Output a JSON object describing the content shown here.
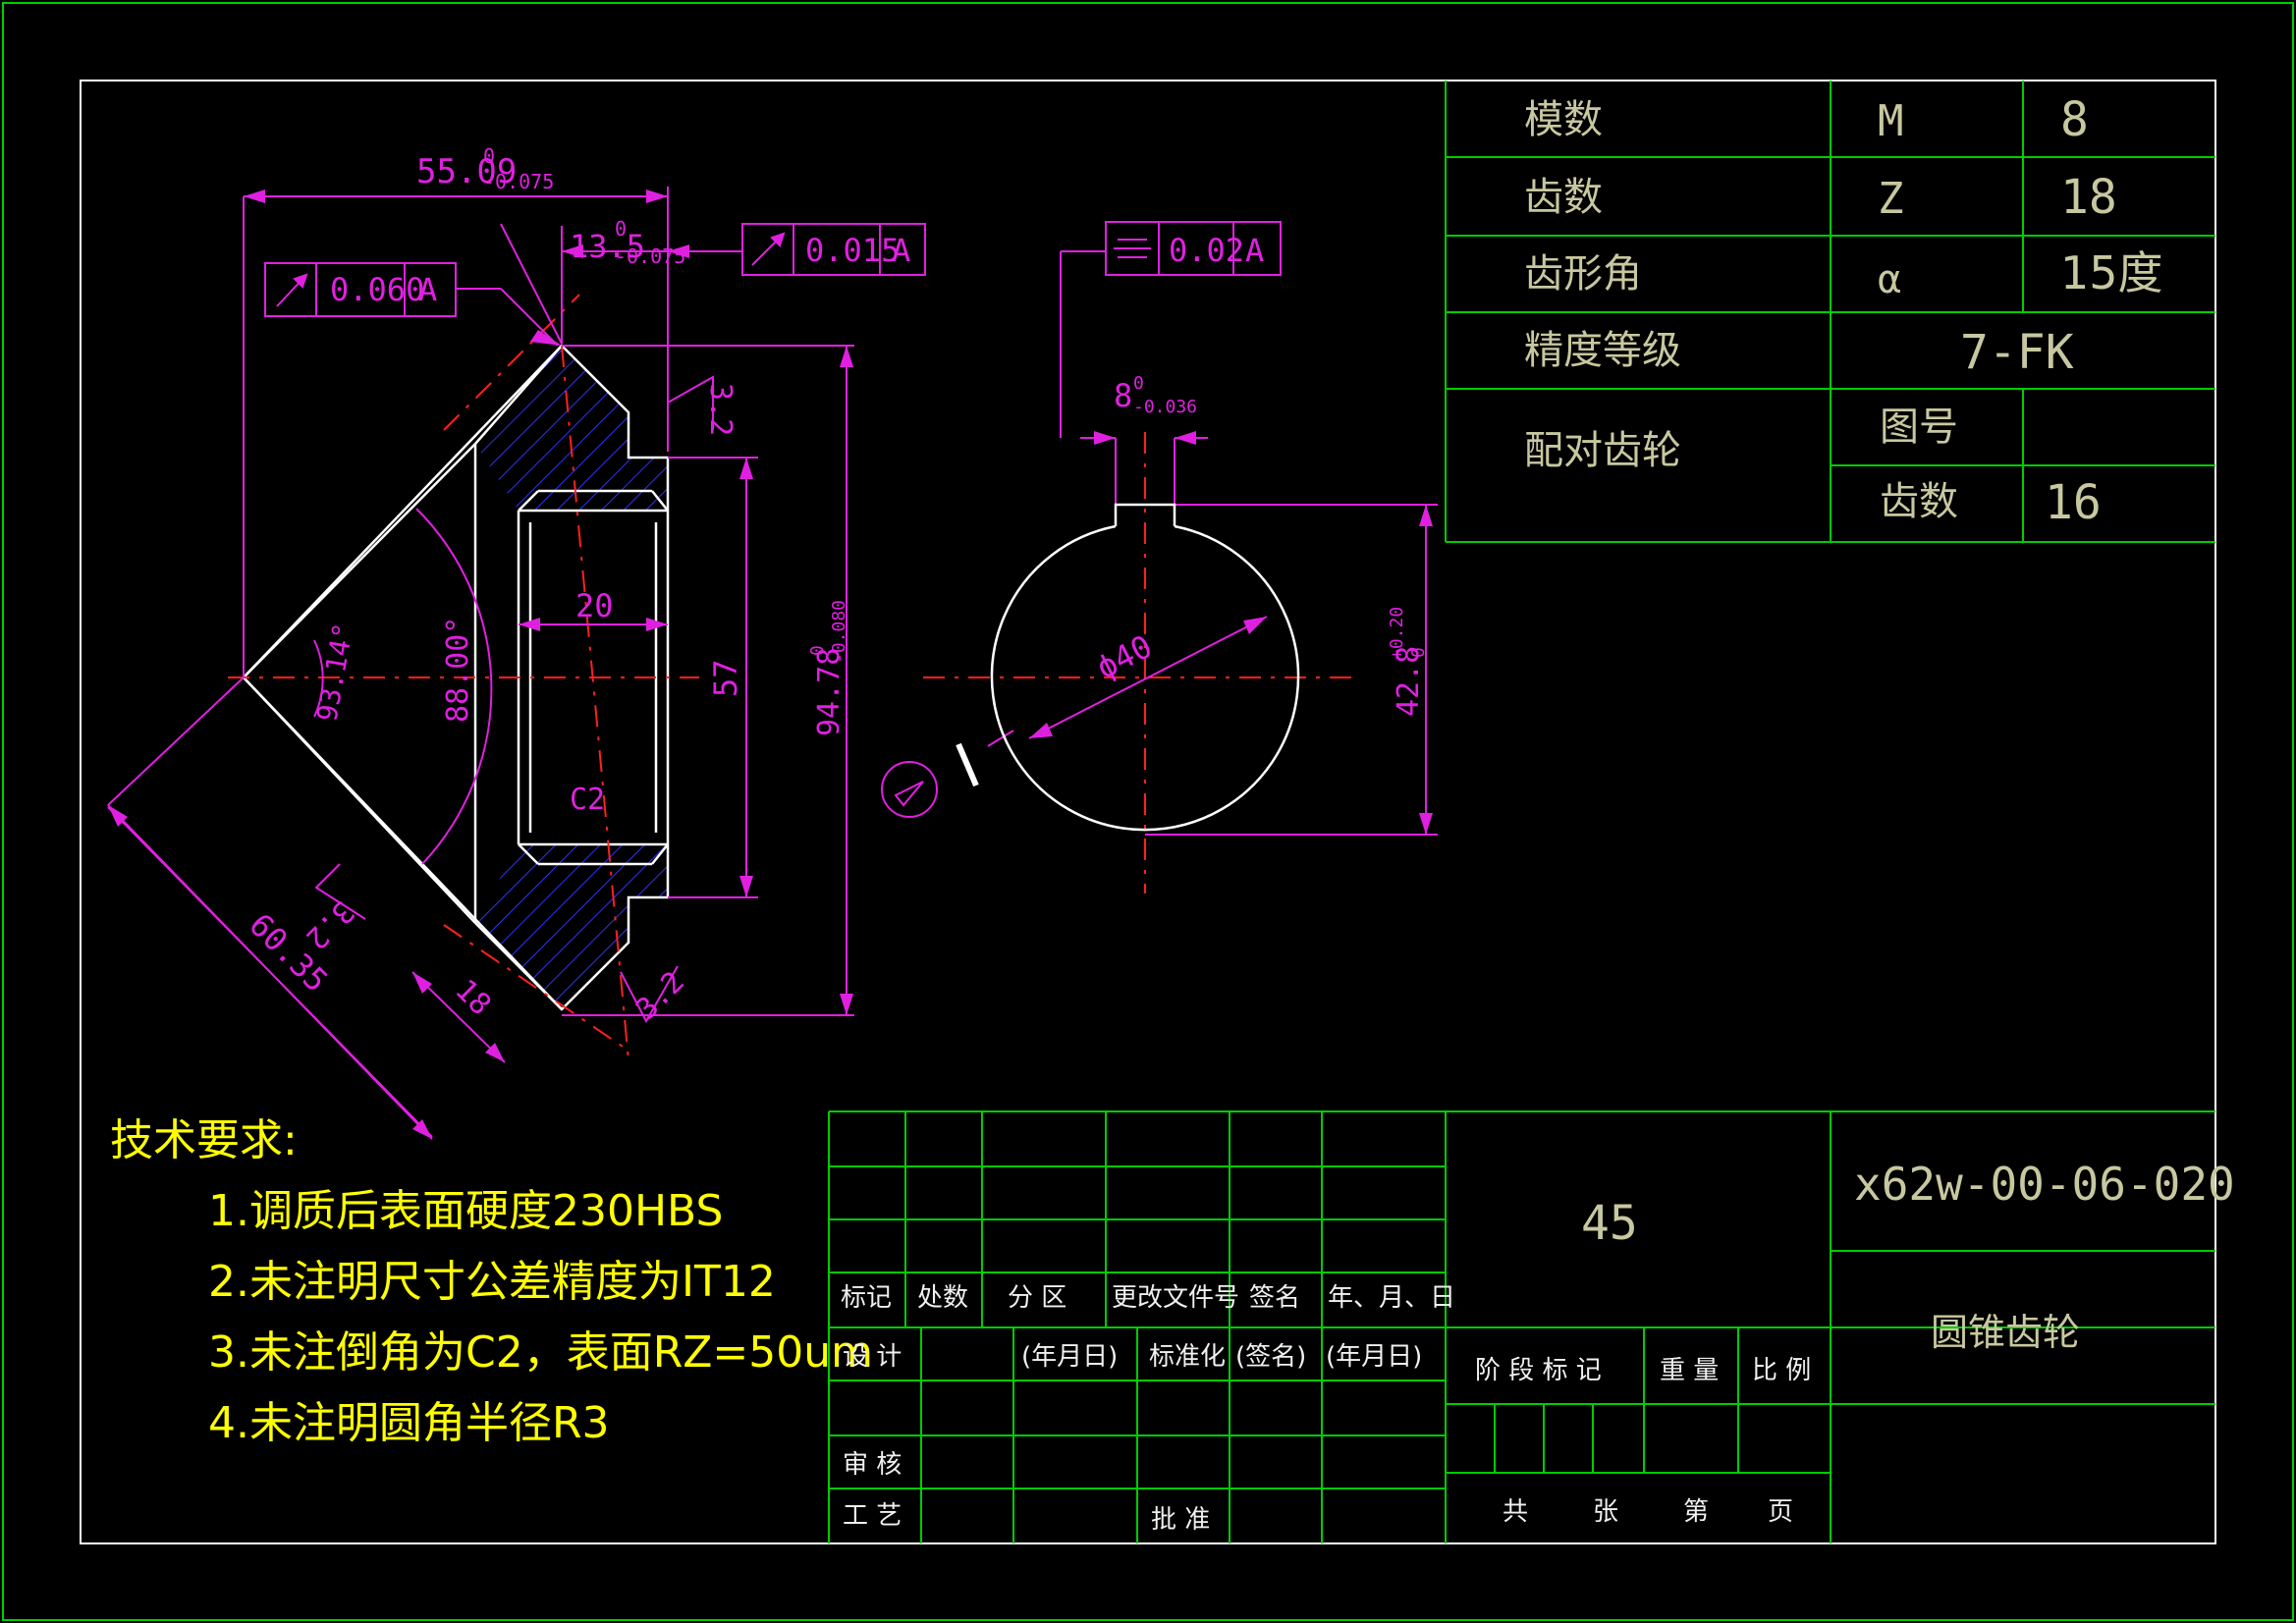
{
  "params": [
    {
      "label": "模数",
      "symbol": "M",
      "value": "8"
    },
    {
      "label": "齿数",
      "symbol": "Z",
      "value": "18"
    },
    {
      "label": "齿形角",
      "symbol": "α",
      "value": "15度"
    },
    {
      "label": "精度等级",
      "value": "7-FK"
    }
  ],
  "mating": {
    "label": "配对齿轮",
    "drawing_no_label": "图号",
    "drawing_no_value": "",
    "teeth_label": "齿数",
    "teeth_value": "16"
  },
  "tech": {
    "title": "技术要求:",
    "items": [
      "1.调质后表面硬度230HBS",
      "2.未注明尺寸公差精度为IT12",
      "3.未注倒角为C2，表面RZ=50um",
      "4.未注明圆角半径R3"
    ]
  },
  "dims": {
    "d55": "55.09",
    "d55_tol": "-0.075",
    "d55_tol0": "0",
    "d13": "13.5",
    "d13_tol": "-0.075",
    "d13_tol0": "0",
    "d20": "20",
    "d57": "57",
    "d94": "94.78",
    "d94_tol": "-0.080",
    "d94_tol0": "0",
    "ang1": "93.14°",
    "ang2": "88.00°",
    "d60": "60.35",
    "d18": "18",
    "c2": "C2",
    "d8": "8",
    "d8_tol": "-0.036",
    "d8_tol0": "0",
    "phi40": "ϕ40",
    "d42": "42.8",
    "d42_tol": "+0.20",
    "d42_tol0": "0",
    "rough": "3.2"
  },
  "gdt": {
    "runout1": {
      "value": "0.060",
      "datum": "A"
    },
    "runout2": {
      "value": "0.015",
      "datum": "A"
    },
    "sym": {
      "value": "0.02",
      "datum": "A"
    }
  },
  "title_block": {
    "material": "45",
    "drawing_no": "x62w-00-06-020",
    "part_name": "圆锥齿轮",
    "rev_headers": [
      "标记",
      "处数",
      "分 区",
      "更改文件号",
      "签名",
      "年、月、日"
    ],
    "design": "设 计",
    "date1": "(年月日)",
    "standard": "标准化",
    "sign": "(签名)",
    "date2": "(年月日)",
    "review": "审 核",
    "process": "工 艺",
    "approve": "批 准",
    "stage_header": [
      "阶 段 标 记",
      "重 量",
      "比 例"
    ],
    "sheet": [
      "共",
      "张",
      "第",
      "页"
    ]
  },
  "colors": {
    "frame": "#00cc00",
    "outline": "#ffffff",
    "dimension": "#e020e0",
    "center": "#ff2020",
    "hatch": "#3030ff",
    "note": "#ffff00"
  }
}
